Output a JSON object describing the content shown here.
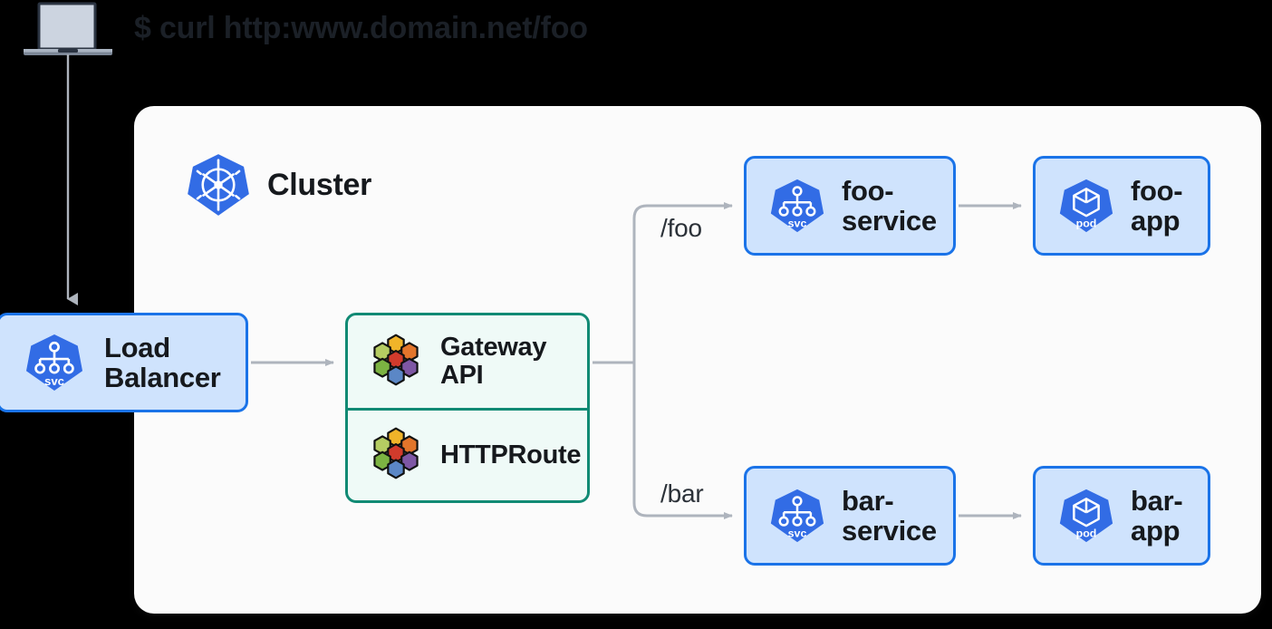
{
  "header": {
    "command": "$ curl http:www.domain.net/foo",
    "laptop_icon": "laptop-icon"
  },
  "cluster": {
    "title": "Cluster",
    "icon": "kubernetes-wheel-icon"
  },
  "nodes": {
    "load_balancer": {
      "label": "Load Balancer",
      "icon": "k8s-service-icon",
      "icon_text": "svc"
    },
    "gateway_api": {
      "label": "Gateway API",
      "icon": "gateway-api-hexagons-icon"
    },
    "httproute": {
      "label": "HTTPRoute",
      "icon": "gateway-api-hexagons-icon"
    },
    "foo_service": {
      "label": "foo-service",
      "icon": "k8s-service-icon",
      "icon_text": "svc"
    },
    "foo_app": {
      "label": "foo-app",
      "icon": "k8s-pod-icon",
      "icon_text": "pod"
    },
    "bar_service": {
      "label": "bar-service",
      "icon": "k8s-service-icon",
      "icon_text": "svc"
    },
    "bar_app": {
      "label": "bar-app",
      "icon": "k8s-pod-icon",
      "icon_text": "pod"
    }
  },
  "routes": {
    "foo_path": "/foo",
    "bar_path": "/bar"
  },
  "colors": {
    "background": "#000000",
    "panel": "#fbfbfb",
    "node_fill": "#cfe3fd",
    "node_border": "#1a73e8",
    "gateway_fill": "#effaf7",
    "gateway_border": "#118a74",
    "k8s_blue": "#326ce5",
    "wire": "#aeb4bd",
    "text": "#16191d"
  },
  "hexagon_palette": {
    "top": "#f0b429",
    "upper_left": "#b5cc62",
    "upper_right": "#e2752b",
    "center": "#d13b2c",
    "lower_left": "#7cb342",
    "lower_right": "#7e57a4",
    "bottom": "#5b87c6"
  }
}
